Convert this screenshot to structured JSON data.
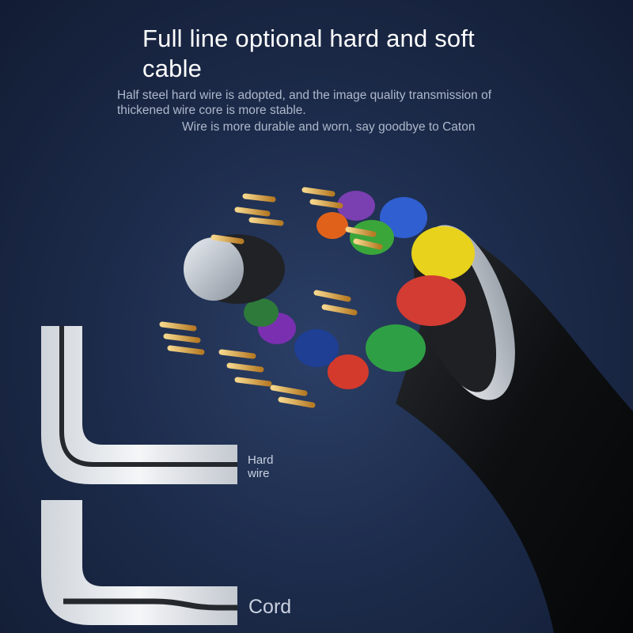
{
  "header": {
    "title": "Full line optional hard and soft cable",
    "description": "Half steel hard wire is adopted, and the image quality transmission of thickened wire core is more stable.",
    "description_2": "Wire is more durable and worn, say goodbye to Caton"
  },
  "diagrams": {
    "hard_wire_label": "Hard wire",
    "cord_label": "Cord"
  },
  "colors": {
    "background": "#1d2c4c",
    "cable_jacket": "#101214",
    "conductor": "#d8a24a",
    "shield": "#d9dde2",
    "tube": "#dfe3e8"
  }
}
